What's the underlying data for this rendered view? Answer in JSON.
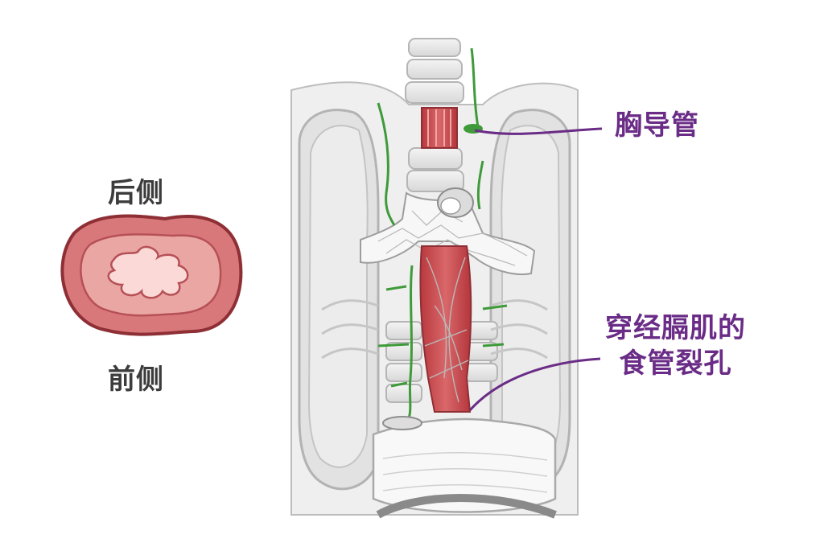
{
  "labels": {
    "posterior": "后侧",
    "anterior": "前侧",
    "thoracic_duct": "胸导管",
    "hiatus_line1": "穿经膈肌的",
    "hiatus_line2": "食管裂孔"
  },
  "colors": {
    "label_text": "#3c3c3c",
    "leader_purple": "#6a2c86",
    "esophagus_red": "#c8494c",
    "esophagus_light": "#f2b9b6",
    "lymph_green": "#3f9a3a",
    "bone_gray": "#e8e8e8"
  },
  "icons": {
    "cross_section": "esophagus-cross-section-icon",
    "anatomy": "thorax-anatomy-illustration"
  }
}
